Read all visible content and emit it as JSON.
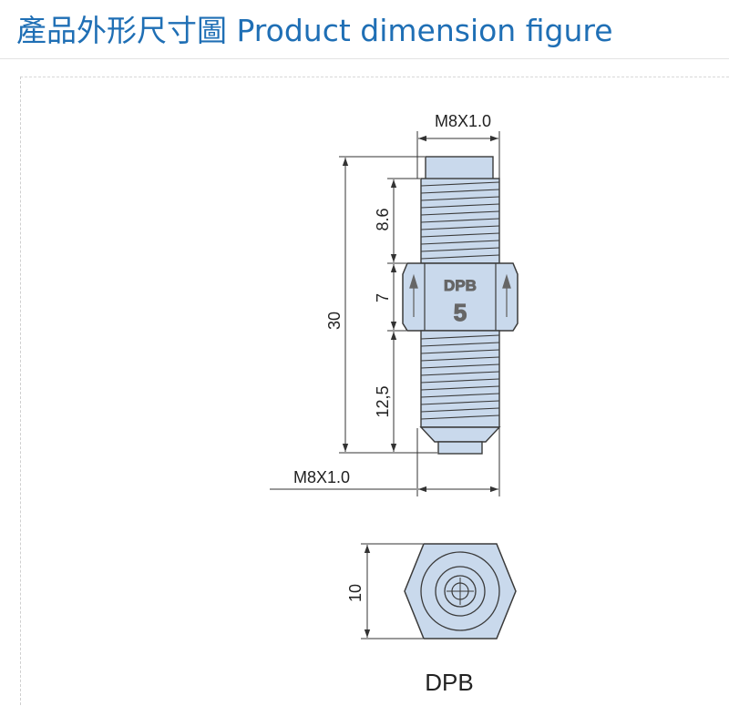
{
  "header": {
    "title": "產品外形尺寸圖 Product dimension figure"
  },
  "drawing": {
    "top_thread_label": "M8X1.0",
    "bottom_thread_label": "M8X1.0",
    "total_length": "30",
    "upper_thread_length": "8.6",
    "hex_length": "7",
    "lower_thread_length": "12,5",
    "hex_size": "10",
    "body_mark_text": "DPB",
    "body_mark_size": "5",
    "caption": "DPB"
  },
  "colors": {
    "title": "#1f6fb5",
    "part_fill": "#c9d9ec",
    "part_stroke": "#3a3a3a",
    "dimension": "#333333"
  }
}
